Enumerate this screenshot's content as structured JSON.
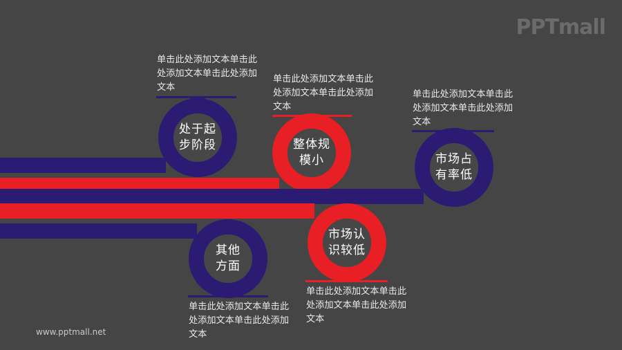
{
  "slide": {
    "background_color": "#454545",
    "logo_text": "PPTmall",
    "footer_url": "www.pptmall.net",
    "colors": {
      "red": "#e81f24",
      "purple": "#2b1b72",
      "ring_fill": "#474747",
      "text": "#e8e8e8",
      "label_text": "#ffffff"
    }
  },
  "nodes": [
    {
      "id": "node-1",
      "label": "处于起\n步阶段",
      "color": "#2b1b72",
      "color_name": "purple",
      "caption": "单击此处添加文本单击此处添加文本单击此处添加文本",
      "caption_position": "above"
    },
    {
      "id": "node-2",
      "label": "整体规\n模小",
      "color": "#e81f24",
      "color_name": "red",
      "caption": "单击此处添加文本单击此处添加文本单击此处添加文本",
      "caption_position": "above"
    },
    {
      "id": "node-3",
      "label": "市场占\n有率低",
      "color": "#2b1b72",
      "color_name": "purple",
      "caption": "单击此处添加文本单击此处添加文本单击此处添加文本",
      "caption_position": "above"
    },
    {
      "id": "node-4",
      "label": "其他\n方面",
      "color": "#2b1b72",
      "color_name": "purple",
      "caption": "单击此处添加文本单击此处添加文本单击此处添加文本",
      "caption_position": "below"
    },
    {
      "id": "node-5",
      "label": "市场认\n识较低",
      "color": "#e81f24",
      "color_name": "red",
      "caption": "单击此处添加文本单击此处添加文本单击此处添加文本",
      "caption_position": "below"
    }
  ]
}
